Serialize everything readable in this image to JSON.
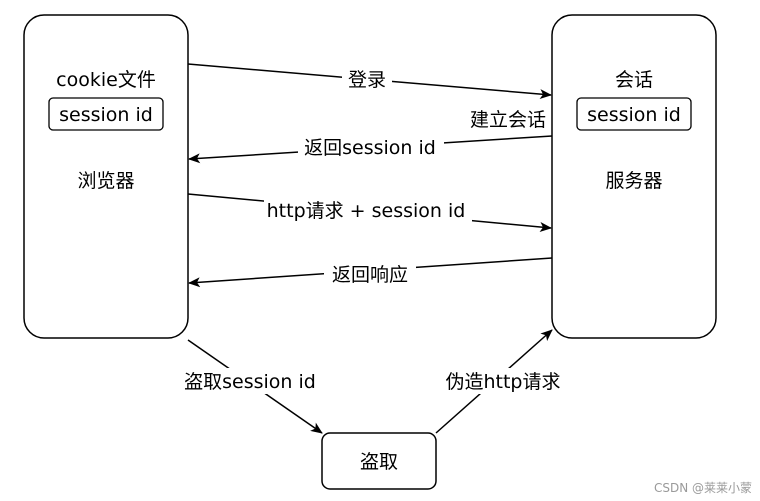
{
  "browser": {
    "title": "cookie文件",
    "session_box": "session id",
    "name": "浏览器"
  },
  "server": {
    "title": "会话",
    "session_box": "session id",
    "name": "服务器"
  },
  "attacker": {
    "name": "盗取"
  },
  "arrows": {
    "login": "登录",
    "create_session": "建立会话",
    "return_session_id": "返回session id",
    "http_request": "http请求 + session id",
    "return_response": "返回响应",
    "steal_session_id": "盗取session id",
    "forge_request": "伪造http请求"
  },
  "watermark": "CSDN @莱莱小蒙",
  "colors": {
    "stroke": "#000000",
    "background": "#ffffff",
    "watermark": "#9a9a9a"
  }
}
